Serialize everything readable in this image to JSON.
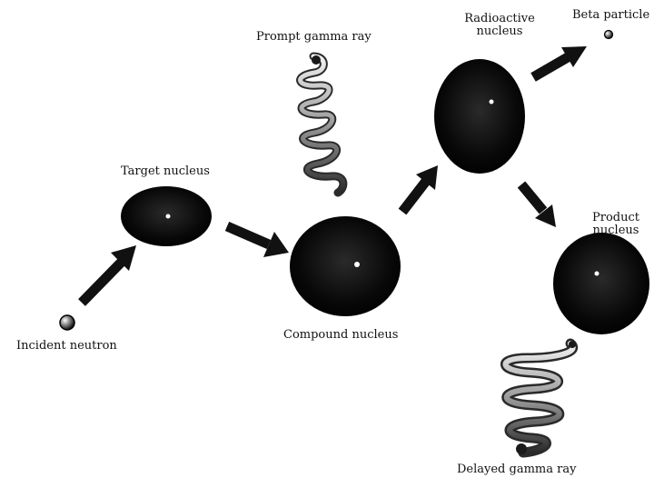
{
  "labels": {
    "prompt_gamma": "Prompt gamma ray",
    "target": "Target nucleus",
    "incident": "Incident neutron",
    "compound": "Compound nucleus",
    "radioactive_1": "Radioactive",
    "radioactive_2": "nucleus",
    "beta": "Beta particle",
    "product_1": "Product",
    "product_2": "nucleus",
    "delayed_gamma": "Delayed gamma ray"
  },
  "colors": {
    "nucleus": "#0a0a0a",
    "arrow": "#111111",
    "spring_light": "#d8d8d8",
    "spring_dark": "#333333"
  }
}
